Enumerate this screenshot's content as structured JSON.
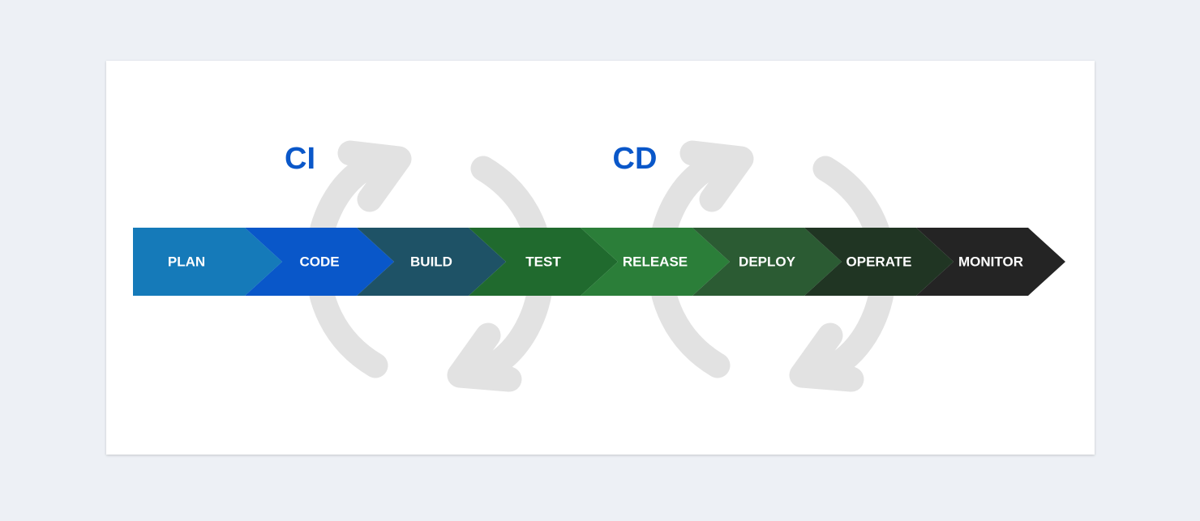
{
  "phases": {
    "ci": {
      "label": "CI"
    },
    "cd": {
      "label": "CD"
    }
  },
  "icons": {
    "ci_cycle": "refresh-cycle-icon",
    "cd_cycle": "refresh-cycle-icon"
  },
  "colors": {
    "phase_label": "#0a57c9",
    "cycle_arrows": "#e2e2e2",
    "stage_text": "#ffffff"
  },
  "stages": [
    {
      "label": "PLAN",
      "color": "#157ab9"
    },
    {
      "label": "CODE",
      "color": "#0957c9"
    },
    {
      "label": "BUILD",
      "color": "#1e5266"
    },
    {
      "label": "TEST",
      "color": "#206a2e"
    },
    {
      "label": "RELEASE",
      "color": "#2b7e39"
    },
    {
      "label": "DEPLOY",
      "color": "#2b5b33"
    },
    {
      "label": "OPERATE",
      "color": "#203523"
    },
    {
      "label": "MONITOR",
      "color": "#242424"
    }
  ]
}
